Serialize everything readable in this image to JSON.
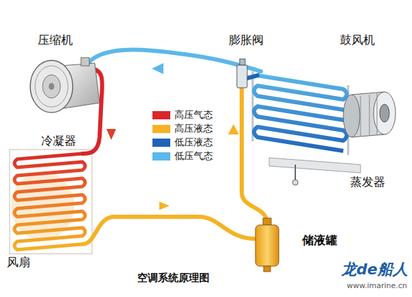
{
  "diagram": {
    "caption": "空调系统原理图",
    "labels": [
      "压缩机",
      "膨胀阀",
      "鼓风机",
      "冷凝器",
      "蒸发器",
      "风扇",
      "储液罐",
      "龙de船人",
      "www.imarine.cn"
    ],
    "legend": [
      {
        "text": "高压气态",
        "color": "#d9262a"
      },
      {
        "text": "高压液态",
        "color": "#f5b324"
      },
      {
        "text": "低压液态",
        "color": "#1f63b8"
      },
      {
        "text": "低压气态",
        "color": "#5bb8ea"
      }
    ]
  }
}
